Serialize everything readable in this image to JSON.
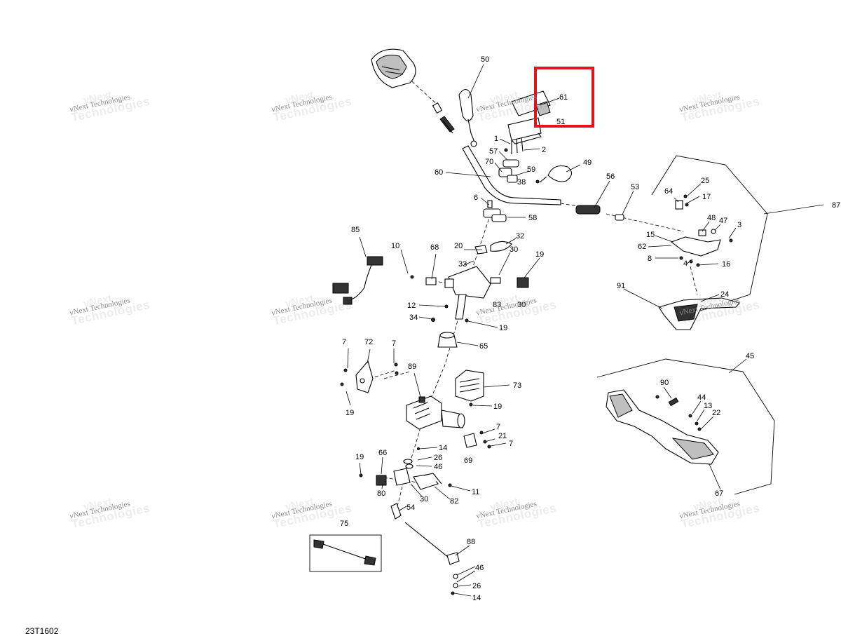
{
  "diagram_code": "23T1602",
  "watermark": {
    "brand": "vNext",
    "line1": "vNext Technologies",
    "line2": "Technologies"
  },
  "highlight": {
    "color": "#e0141c",
    "label": "selected-parts-61-51"
  },
  "callouts": {
    "c1": "1",
    "c2": "2",
    "c3": "3",
    "c4": "4",
    "c6": "6",
    "c7a": "7",
    "c7b": "7",
    "c7c": "7",
    "c7d": "7",
    "c8": "8",
    "c10": "10",
    "c11": "11",
    "c12": "12",
    "c13": "13",
    "c14a": "14",
    "c14b": "14",
    "c15": "15",
    "c16": "16",
    "c17": "17",
    "c19a": "19",
    "c19b": "19",
    "c19c": "19",
    "c19d": "19",
    "c19e": "19",
    "c20": "20",
    "c21": "21",
    "c22": "22",
    "c24": "24",
    "c25": "25",
    "c26a": "26",
    "c26b": "26",
    "c30a": "30",
    "c30b": "30",
    "c32": "32",
    "c33": "33",
    "c34": "34",
    "c38": "38",
    "c44": "44",
    "c45": "45",
    "c46a": "46",
    "c46b": "46",
    "c47": "47",
    "c48": "48",
    "c49": "49",
    "c50": "50",
    "c51": "51",
    "c53": "53",
    "c54": "54",
    "c56": "56",
    "c57": "57",
    "c58": "58",
    "c59": "59",
    "c60": "60",
    "c61": "61",
    "c62": "62",
    "c64": "64",
    "c65": "65",
    "c66": "66",
    "c67": "67",
    "c68": "68",
    "c69": "69",
    "c70": "70",
    "c72": "72",
    "c73": "73",
    "c75": "75",
    "c80": "80",
    "c82": "82",
    "c83": "83",
    "c85": "85",
    "c87": "87",
    "c88": "88",
    "c89": "89",
    "c90": "90",
    "c91": "91"
  }
}
